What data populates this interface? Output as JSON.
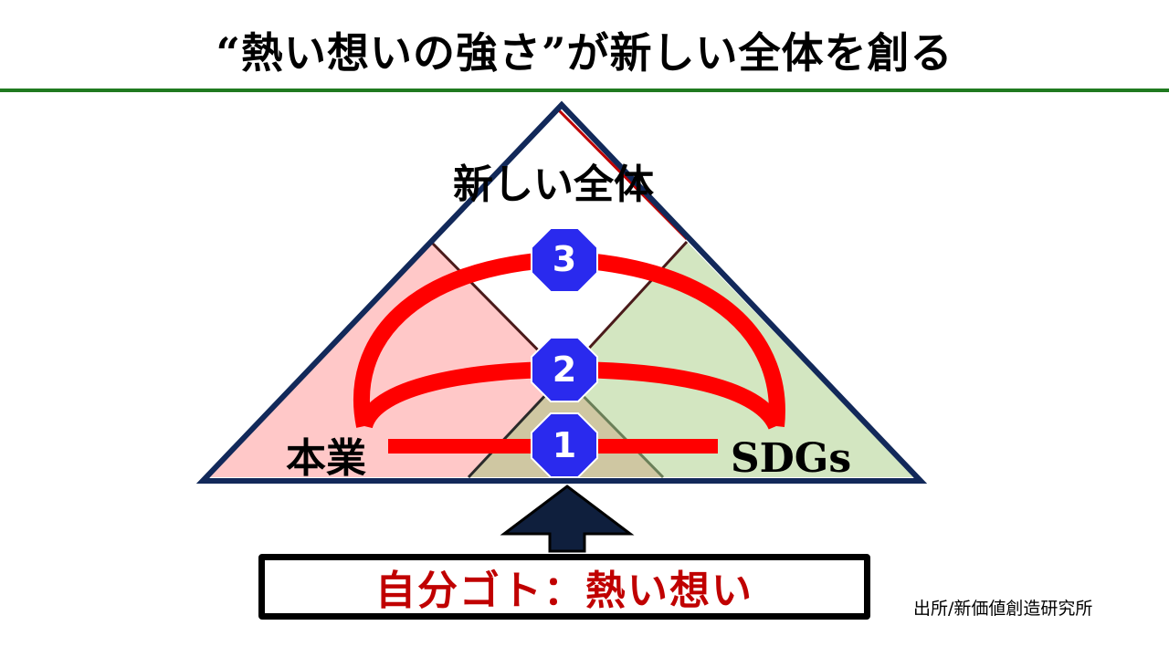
{
  "title": "“熱い想いの強さ”が新しい全体を創る",
  "diagram": {
    "apex_label": "新しい全体",
    "left_label": "本業",
    "right_label": "SDGs",
    "base_label": "自分ゴト：熱い想い",
    "markers": [
      "1",
      "2",
      "3"
    ]
  },
  "source": "出所/新価値創造研究所",
  "colors": {
    "title_rule": "#1f7a1f",
    "outline": "#12295a",
    "left_fill": "#ffc8c8",
    "right_fill": "#d3e6c1",
    "overlap_fill": "#cfc7a2",
    "arc": "#ff0000",
    "marker": "#2a2aee",
    "base_text": "#c00000"
  }
}
